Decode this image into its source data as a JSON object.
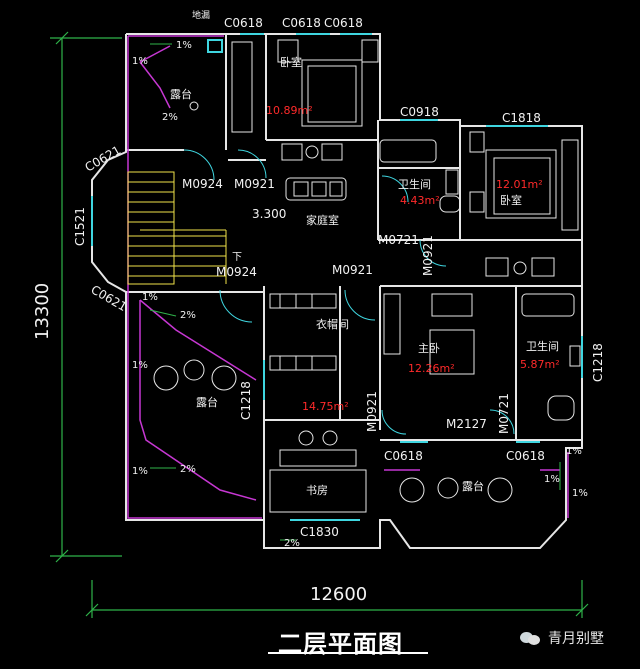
{
  "title": "二层平面图",
  "brand": "青月别墅",
  "dims": {
    "total_width": "12600",
    "total_height": "13300"
  },
  "rooms": {
    "bedroom1": "卧室",
    "bedroom1_area": "10.89m²",
    "bedroom2": "卧室",
    "bedroom2_area": "12.01m²",
    "terrace_top": "露台",
    "family_room": "家庭室",
    "bath1": "卫生间",
    "bath1_area": "4.43m²",
    "bath2": "卫生间",
    "bath2_area": "5.87m²",
    "wardrobe": "衣帽间",
    "master": "主卧",
    "master_area": "12.26m²",
    "study": "书房",
    "study_area": "14.75m²",
    "terrace_left": "露台",
    "terrace_bottom": "露台",
    "stair_label": "下",
    "level": "3.300"
  },
  "openings": {
    "c0618_a": "C0618",
    "c0618_b": "C0618",
    "c0618_c": "C0618",
    "c0918": "C0918",
    "c1818": "C1818",
    "c0621_a": "C0621",
    "c0621_b": "C0621",
    "c1521": "C1521",
    "m0924_a": "M0924",
    "m0921_a": "M0921",
    "m0721": "M0721",
    "m0924_b": "M0924",
    "m0921_b": "M0921",
    "m0921_v": "M0921",
    "c1218_a": "C1218",
    "c1218_b": "C1218",
    "m0921_c": "M0921",
    "m2127": "M2127",
    "m0721_b": "M0721",
    "c0618_d": "C0618",
    "c0618_e": "C0618",
    "c1830": "C1830",
    "drain": "地漏"
  },
  "slopes": [
    "1%",
    "1%",
    "2%",
    "1%",
    "2%",
    "1%",
    "2%",
    "1%",
    "1%",
    "2%",
    "1%",
    "1%"
  ]
}
